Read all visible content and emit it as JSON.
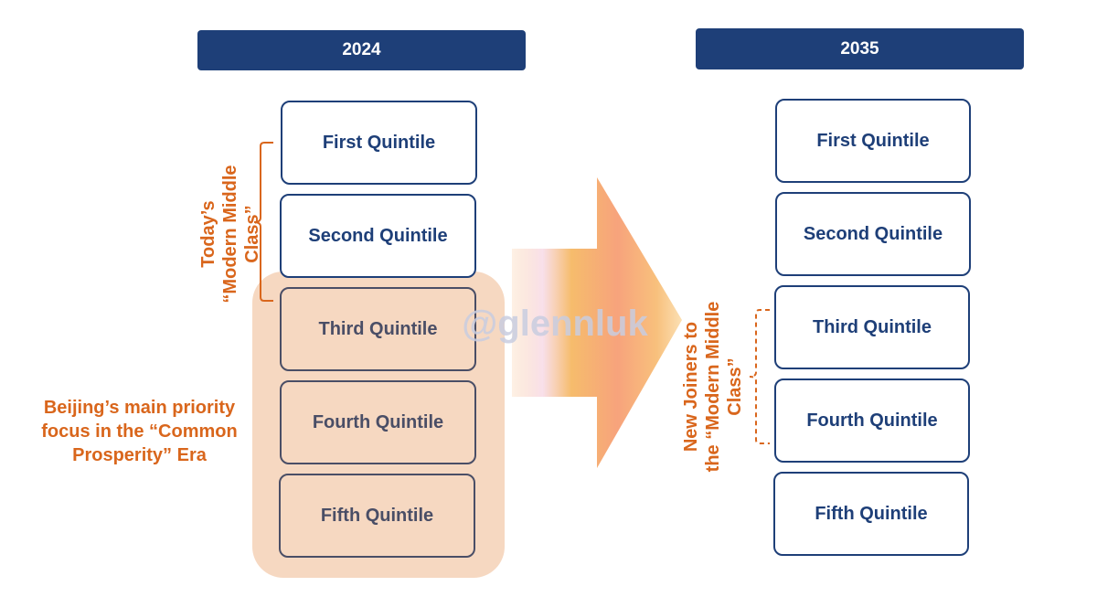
{
  "colors": {
    "header_bg": "#1e3f78",
    "quintile_border": "#1e3f78",
    "quintile_text": "#1e3f78",
    "accent_orange": "#d9661c",
    "shade": "#f6d8c1"
  },
  "left": {
    "year": "2024",
    "quintiles": [
      "First Quintile",
      "Second Quintile",
      "Third Quintile",
      "Fourth Quintile",
      "Fifth Quintile"
    ],
    "bracket_label_line1": "Today’s",
    "bracket_label_line2": "“Modern Middle Class”",
    "focus_line1": "Beijing’s main priority",
    "focus_line2": "focus in the “Common",
    "focus_line3": "Prosperity” Era"
  },
  "right": {
    "year": "2035",
    "quintiles": [
      "First Quintile",
      "Second Quintile",
      "Third Quintile",
      "Fourth Quintile",
      "Fifth Quintile"
    ],
    "bracket_label_line1": "New Joiners to",
    "bracket_label_line2": "the “Modern Middle",
    "bracket_label_line3": "Class”"
  },
  "watermark": "@glennluk"
}
